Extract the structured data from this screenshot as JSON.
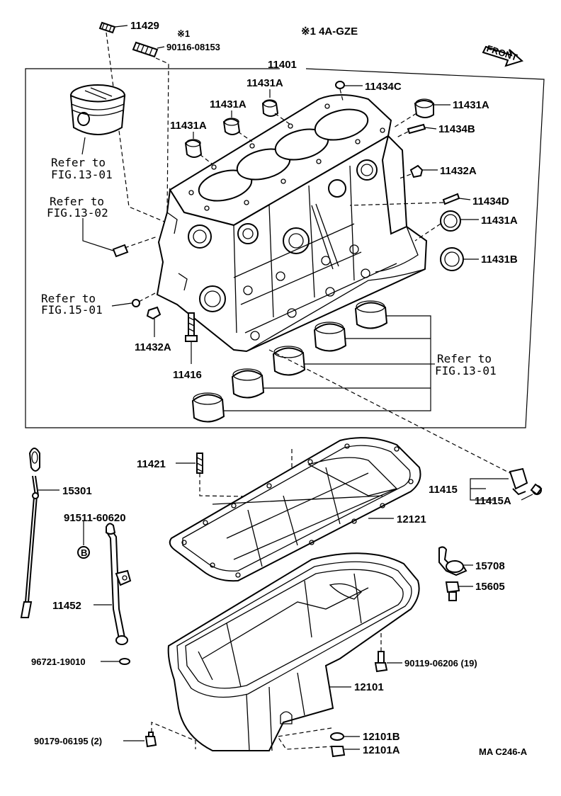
{
  "header": {
    "engine_note": "※1 4A-GZE",
    "front_label": "FRONT",
    "diagram_code": "MA C246-A"
  },
  "parts": {
    "p11429": "11429",
    "p_star1": "※1",
    "p90116": "90116-08153",
    "p11401": "11401",
    "p11431A_1": "11431A",
    "p11431A_2": "11431A",
    "p11431A_3": "11431A",
    "p11431A_4": "11431A",
    "p11431A_5": "11431A",
    "p11434C": "11434C",
    "p11434B": "11434B",
    "p11432A_1": "11432A",
    "p11432A_2": "11432A",
    "p11434D": "11434D",
    "p11431B": "11431B",
    "p11416": "11416",
    "p11421": "11421",
    "p11415": "11415",
    "p11415A": "11415A",
    "p15301": "15301",
    "p91511": "91511-60620",
    "p12121": "12121",
    "p11452": "11452",
    "p15708": "15708",
    "p15605": "15605",
    "p96721": "96721-19010",
    "p90119": "90119-06206 (19)",
    "p12101": "12101",
    "p90179": "90179-06195 (2)",
    "p12101B": "12101B",
    "p12101A": "12101A"
  },
  "refs": {
    "r1_line1": "Refer to",
    "r1_line2": "FIG.13-01",
    "r2_line1": "Refer to",
    "r2_line2": "FIG.13-02",
    "r3_line1": "Refer to",
    "r3_line2": "FIG.15-01",
    "r4_line1": "Refer to",
    "r4_line2": "FIG.13-01"
  }
}
